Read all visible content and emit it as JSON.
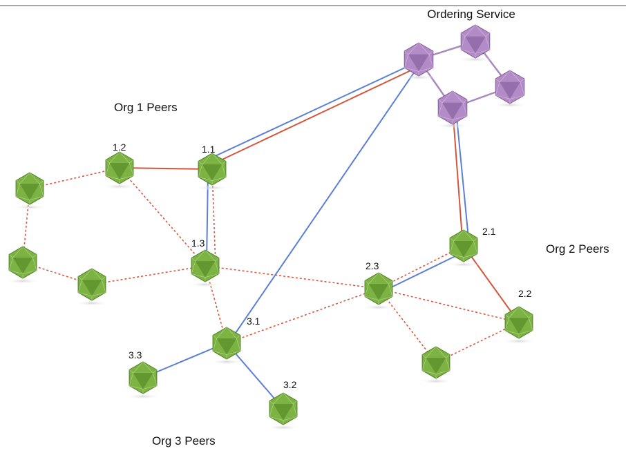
{
  "groups": {
    "ordering": "Ordering Service",
    "org1": "Org 1 Peers",
    "org2": "Org 2 Peers",
    "org3": "Org 3 Peers"
  },
  "nodes": {
    "n11": "1.1",
    "n12": "1.2",
    "n13": "1.3",
    "n21": "2.1",
    "n22": "2.2",
    "n23": "2.3",
    "n31": "3.1",
    "n32": "3.2",
    "n33": "3.3"
  },
  "colors": {
    "peer": "#7cb342",
    "peer_dark": "#4f7f23",
    "orderer": "#b28bc7",
    "orderer_dark": "#7e5a96",
    "link_blue": "#5b7fd6",
    "link_red": "#d4553a",
    "gossip": "#d9573f"
  }
}
